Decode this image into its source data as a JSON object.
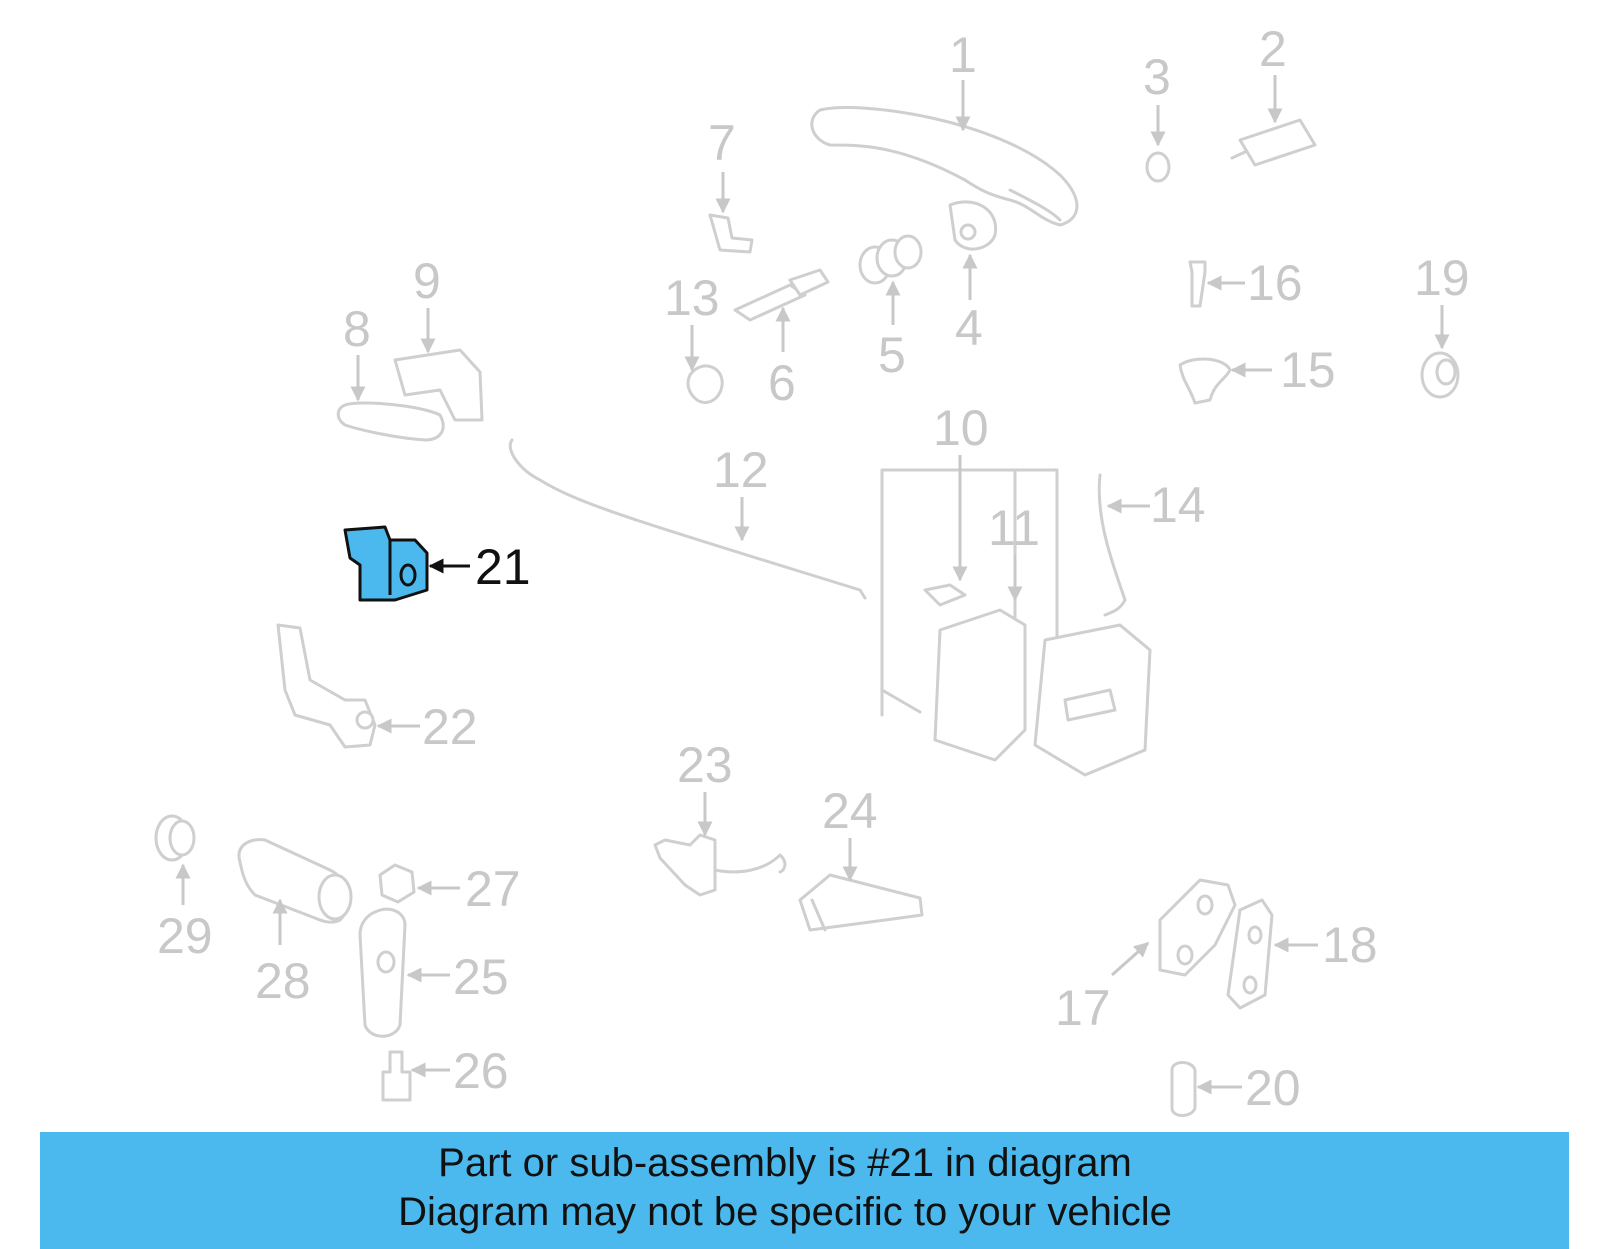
{
  "diagram": {
    "highlighted_part": "21",
    "callouts": [
      "1",
      "2",
      "3",
      "4",
      "5",
      "6",
      "7",
      "8",
      "9",
      "10",
      "11",
      "12",
      "13",
      "14",
      "15",
      "16",
      "17",
      "18",
      "19",
      "20",
      "21",
      "22",
      "23",
      "24",
      "25",
      "26",
      "27",
      "28",
      "29"
    ]
  },
  "banner": {
    "line1": "Part or sub-assembly is #21 in diagram",
    "line2": "Diagram may not be specific to your vehicle",
    "color": "#4bb9ee"
  },
  "colors": {
    "highlight": "#4bb9ee",
    "faded": "#c8c8c8",
    "ink": "#111111"
  }
}
